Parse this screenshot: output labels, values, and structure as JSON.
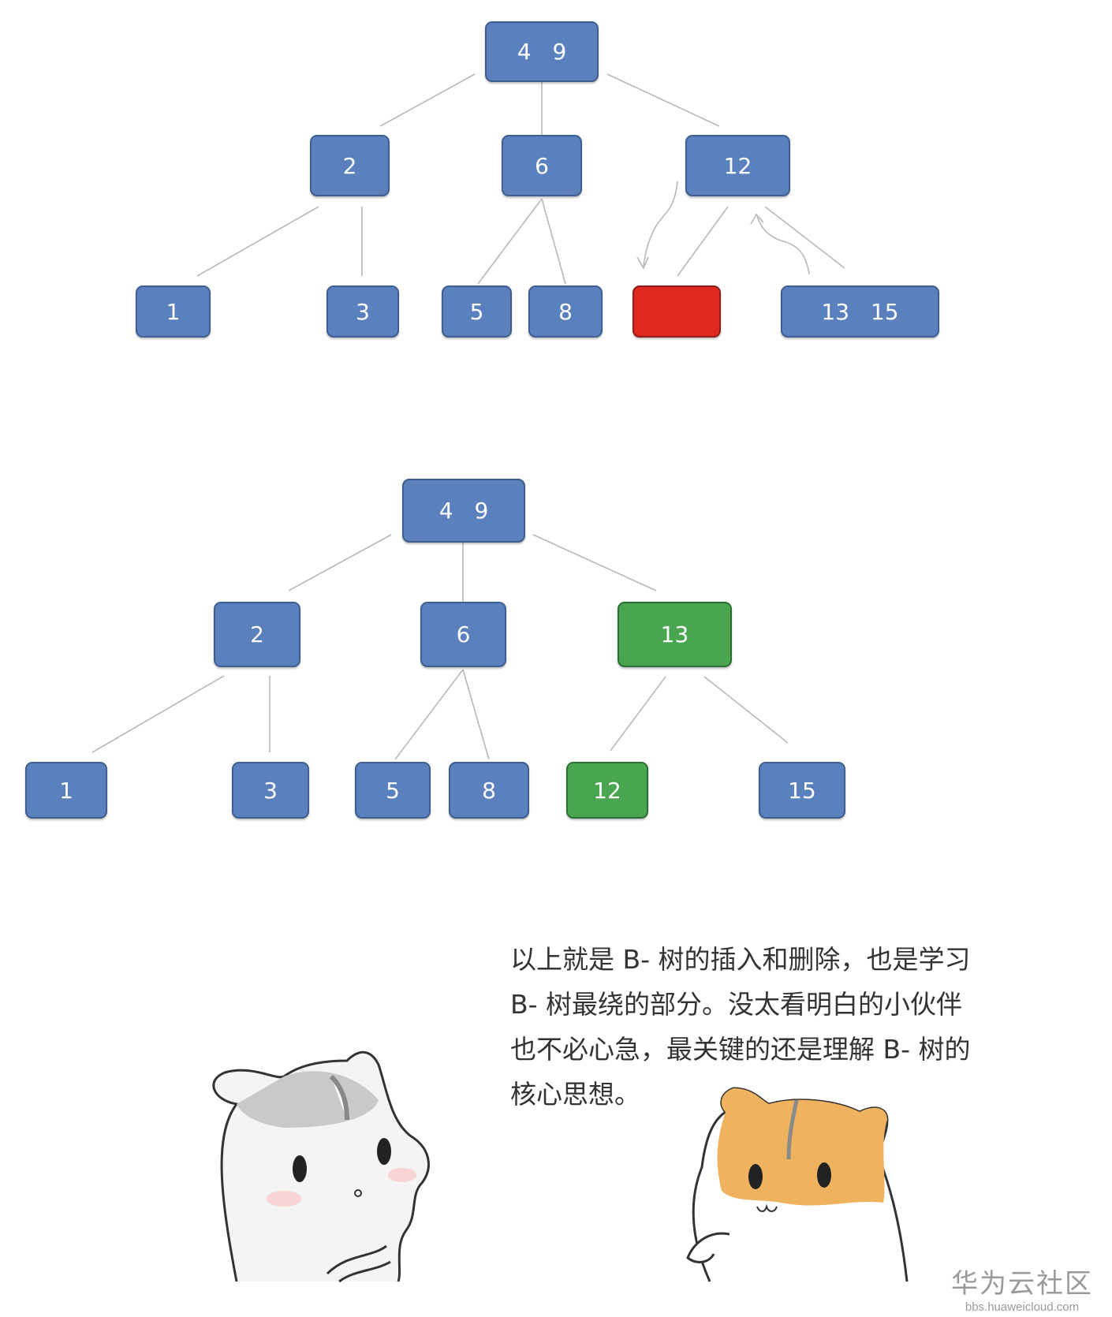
{
  "tree_before": {
    "root": "4 9",
    "level2": [
      "2",
      "6",
      "12"
    ],
    "leaves": [
      "1",
      "3",
      "5",
      "8",
      "",
      "13 15"
    ],
    "deleted_slot_color": "#e0281f"
  },
  "tree_after": {
    "root": "4 9",
    "level2": [
      "2",
      "6",
      "13"
    ],
    "leaves": [
      "1",
      "3",
      "5",
      "8",
      "12",
      "15"
    ],
    "highlight_color": "#4aa550"
  },
  "node_color": "#5a80bd",
  "paragraph": [
    "以上就是 B- 树的插入和删除，也是学习",
    "B- 树最绕的部分。没太看明白的小伙伴",
    "也不必心急，最关键的还是理解 B- 树的",
    "核心思想。"
  ],
  "watermark": {
    "title": "华为云社区",
    "url": "bbs.huaweicloud.com"
  }
}
